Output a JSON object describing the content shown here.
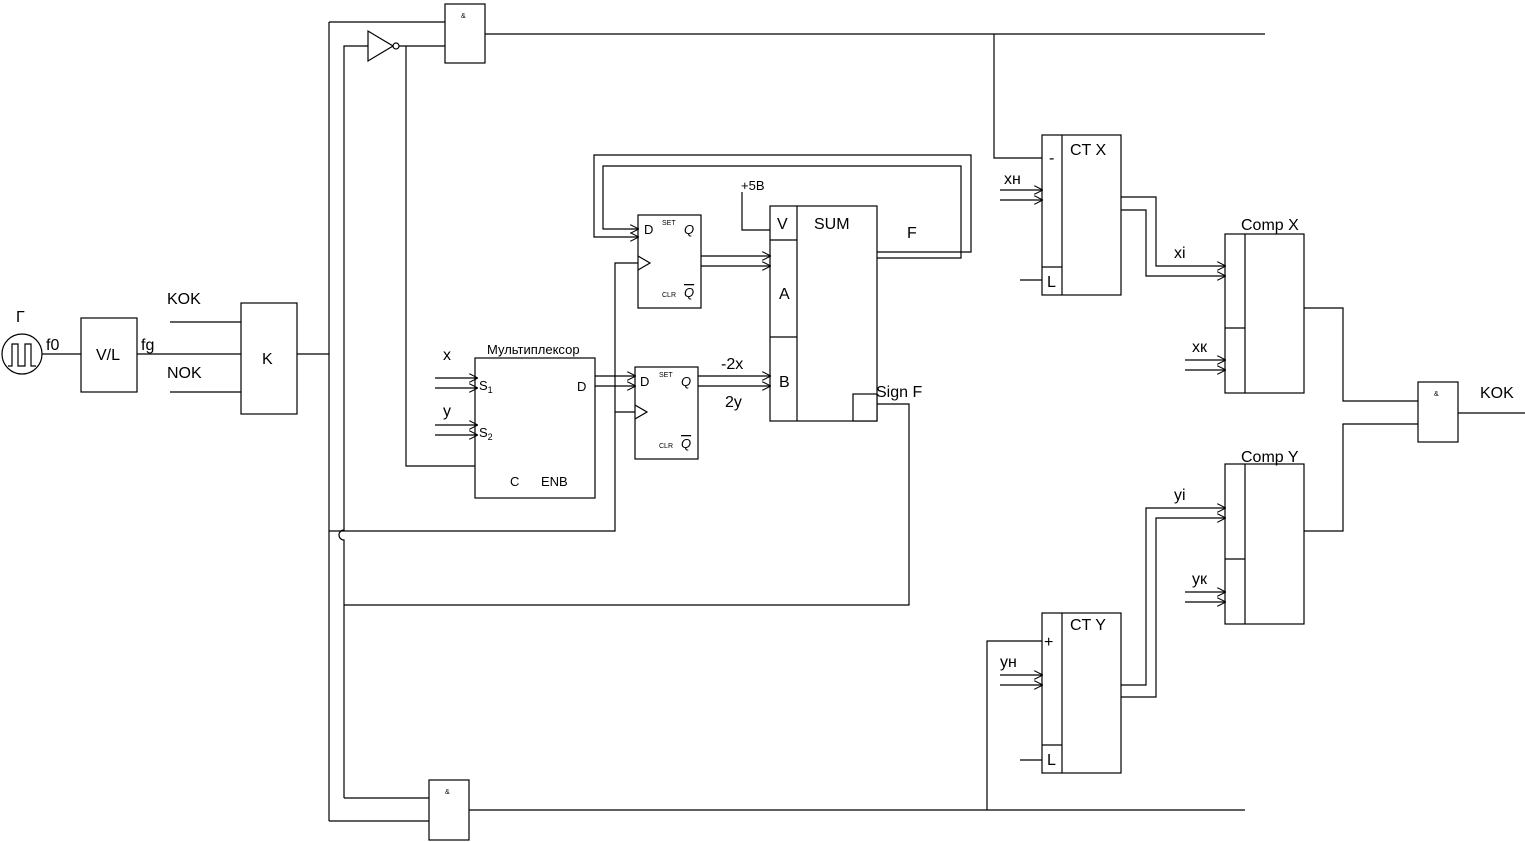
{
  "labels": {
    "generator": "Г",
    "f0": "f0",
    "vl": "V/L",
    "fg": "fg",
    "kok_in": "KOK",
    "nok_in": "NOK",
    "k": "K",
    "and": "&",
    "mux_title": "Мультиплексор",
    "x": "x",
    "y": "y",
    "s": "S",
    "sub1": "1",
    "sub2": "2",
    "d": "D",
    "c": "C",
    "enb": "ENB",
    "q": "Q",
    "set": "SET",
    "clr": "CLR",
    "plus5": "+5B",
    "v": "V",
    "sum": "SUM",
    "a": "A",
    "b": "B",
    "f": "F",
    "m2x": "-2x",
    "two_y": "2y",
    "sign_f": "Sign F",
    "ctx": "CT X",
    "cty": "CT Y",
    "minus": "-",
    "plus": "+",
    "l": "L",
    "xn": "xн",
    "yn": "yн",
    "compx": "Comp X",
    "compy": "Comp Y",
    "xi": "xi",
    "yi": "yi",
    "xk": "xк",
    "yk": "yк",
    "kok_out": "KOK"
  }
}
